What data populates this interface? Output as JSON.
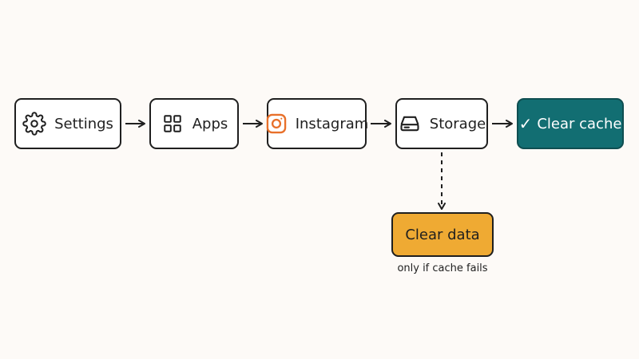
{
  "steps": [
    {
      "label": "Settings",
      "icon": "gear-icon"
    },
    {
      "label": "Apps",
      "icon": "grid-icon"
    },
    {
      "label": "Instagram",
      "icon": "instagram-icon"
    },
    {
      "label": "Storage",
      "icon": "storage-drive-icon"
    },
    {
      "label": "Clear cache",
      "check": "✓",
      "icon": "checkmark-icon"
    }
  ],
  "fallback": {
    "label": "Clear data",
    "note": "only if cache fails"
  },
  "colors": {
    "primary_action": "#126e72",
    "fallback_action": "#efaa33",
    "instagram_icon": "#e8702a",
    "outline": "#1f1f1f"
  }
}
